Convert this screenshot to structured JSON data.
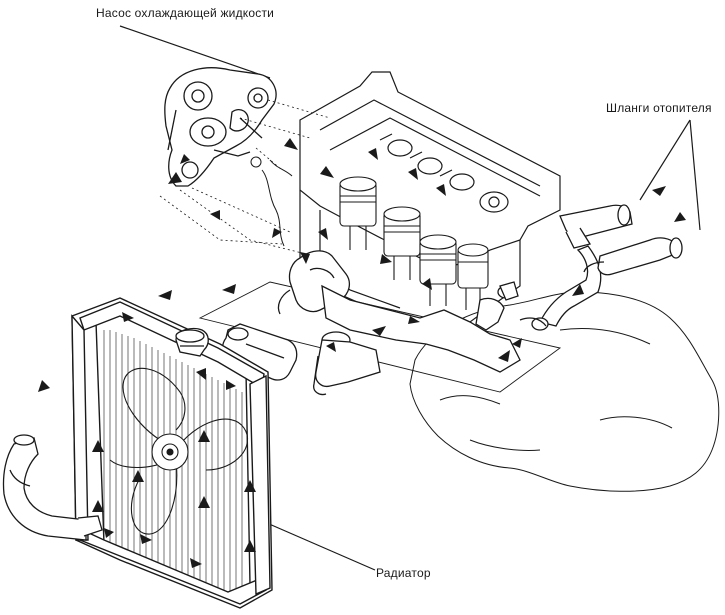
{
  "labels": {
    "pump": "Насос охлаждающей жидкости",
    "heater_hoses": "Шланги отопителя",
    "radiator": "Радиатор"
  },
  "colors": {
    "line": "#1a1a1a",
    "background": "#ffffff",
    "shade": "#d0d0d0"
  },
  "parts": [
    "coolant-pump",
    "engine-block",
    "cylinder-head",
    "pistons",
    "thermostat-housing",
    "upper-radiator-hose",
    "lower-radiator-hose",
    "radiator",
    "radiator-cap",
    "cooling-fan",
    "heater-hoses",
    "transmission"
  ],
  "flow_arrows": "coolant-flow-direction"
}
